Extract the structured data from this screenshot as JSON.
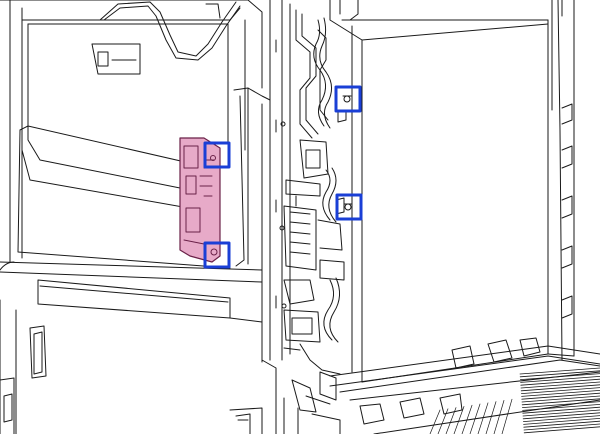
{
  "figure": {
    "subject": "printer-interior-bracket-removal",
    "colors": {
      "line": "#1a1a1a",
      "callout": "#1a3fd6",
      "bracket_fill": "#e7aac8",
      "bracket_stroke": "#6a2148",
      "background": "#ffffff"
    },
    "callouts": [
      {
        "name": "bracket-top-screw-callout"
      },
      {
        "name": "bracket-bottom-screw-callout"
      },
      {
        "name": "frame-upper-screw-callout"
      },
      {
        "name": "frame-lower-screw-callout"
      }
    ]
  }
}
